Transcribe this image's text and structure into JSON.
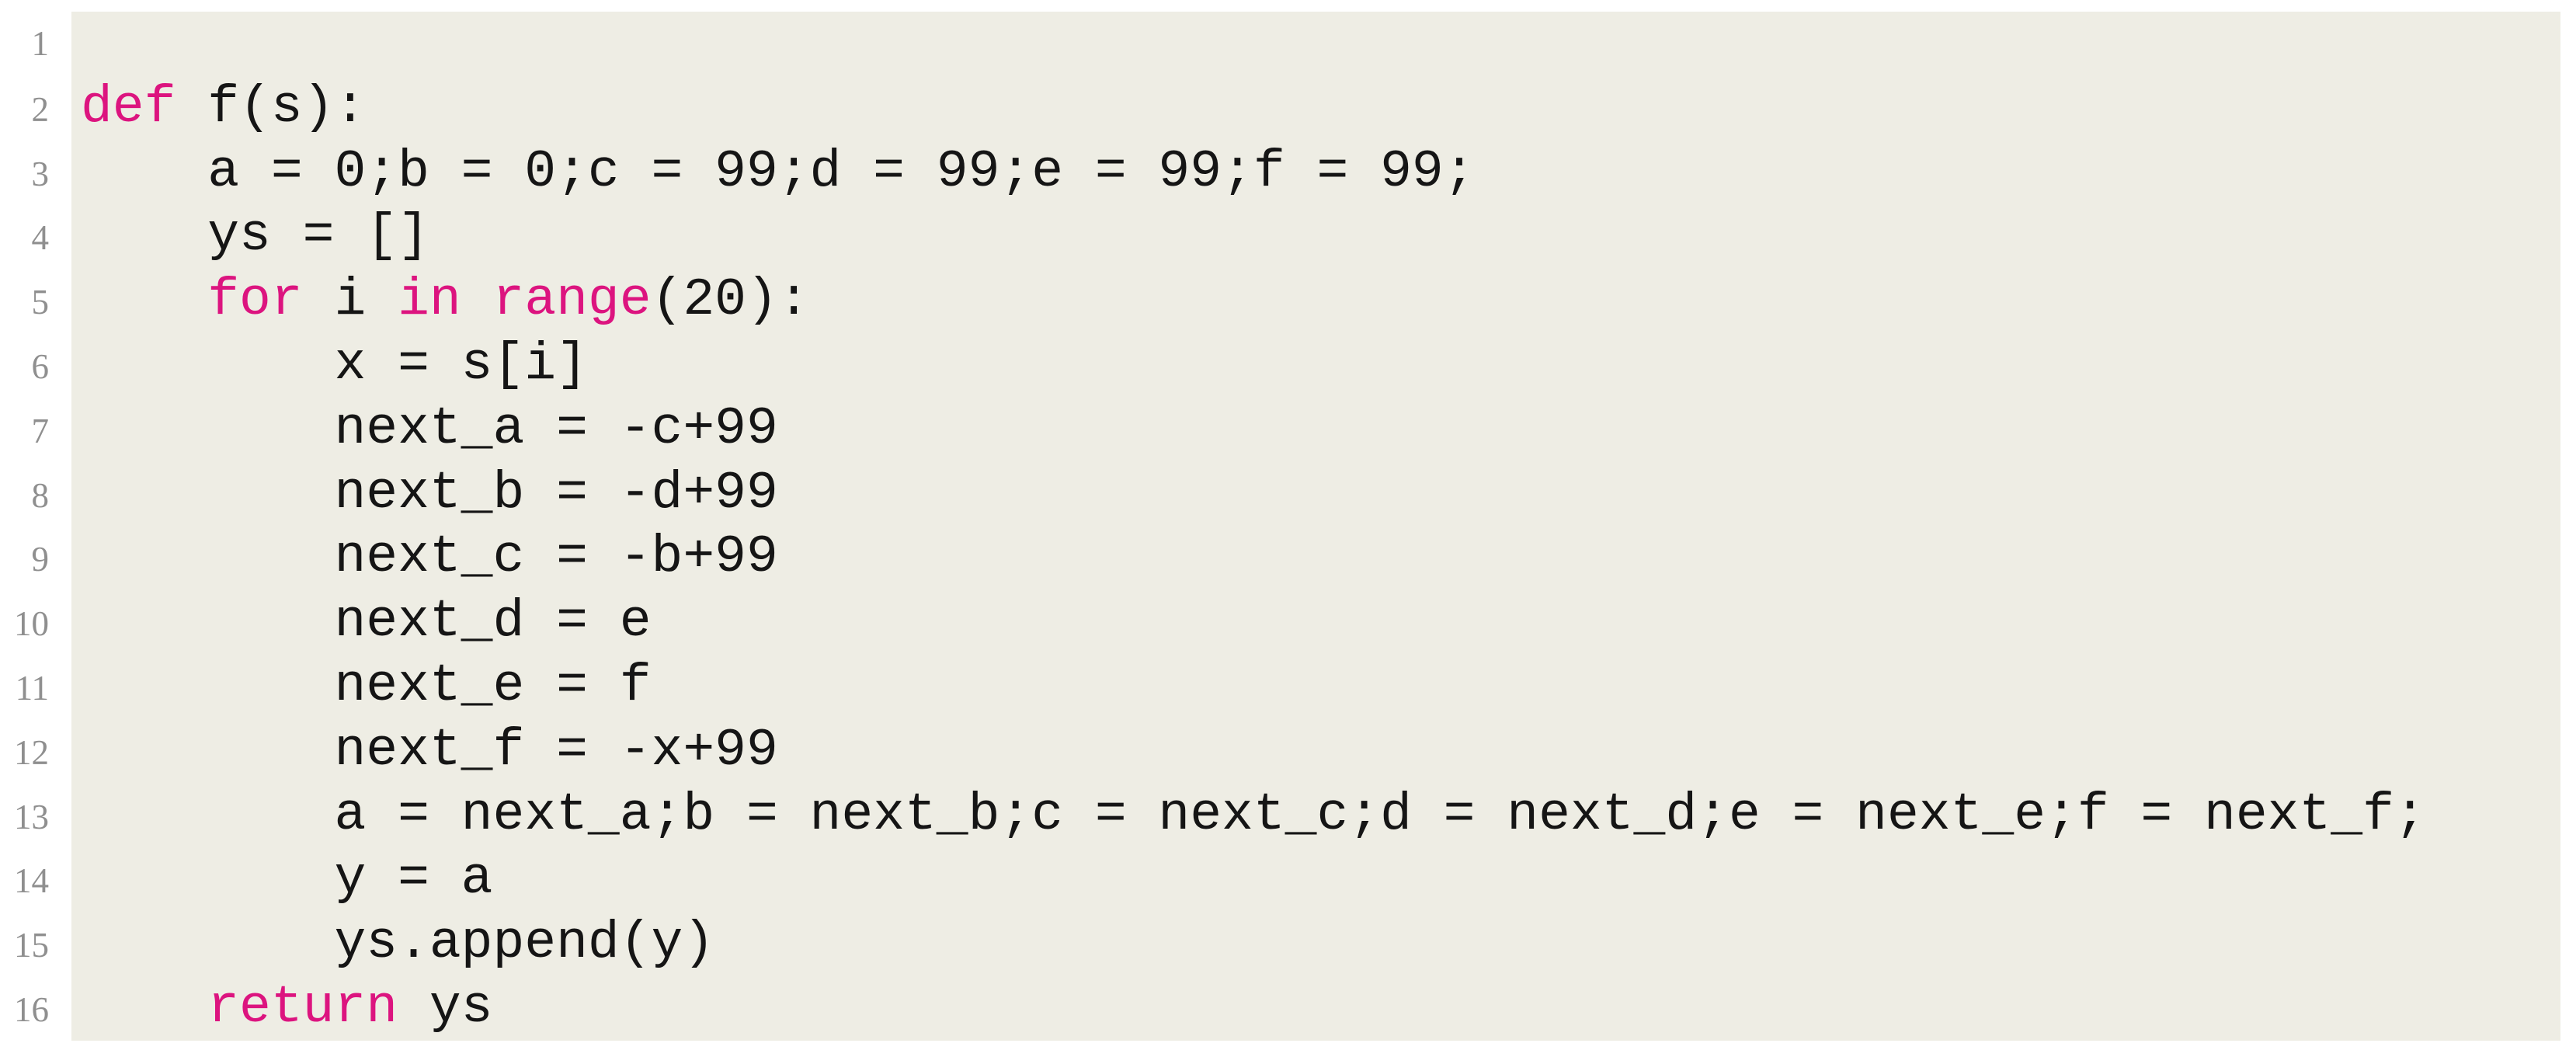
{
  "page": {
    "background": "#ffffff"
  },
  "code_block": {
    "language": "python",
    "background": "#eeede4",
    "text_color": "#151515",
    "keyword_color": "#dc147f",
    "line_number_color": "#8f8f8f",
    "lines": [
      {
        "number": 1,
        "segments": []
      },
      {
        "number": 2,
        "segments": [
          {
            "text": "def",
            "type": "keyword"
          },
          {
            "text": " f(s):",
            "type": "plain"
          }
        ]
      },
      {
        "number": 3,
        "segments": [
          {
            "text": "    a = 0;b = 0;c = 99;d = 99;e = 99;f = 99;",
            "type": "plain"
          }
        ]
      },
      {
        "number": 4,
        "segments": [
          {
            "text": "    ys = []",
            "type": "plain"
          }
        ]
      },
      {
        "number": 5,
        "segments": [
          {
            "text": "    ",
            "type": "plain"
          },
          {
            "text": "for",
            "type": "keyword"
          },
          {
            "text": " i ",
            "type": "plain"
          },
          {
            "text": "in",
            "type": "keyword"
          },
          {
            "text": " ",
            "type": "plain"
          },
          {
            "text": "range",
            "type": "keyword"
          },
          {
            "text": "(20):",
            "type": "plain"
          }
        ]
      },
      {
        "number": 6,
        "segments": [
          {
            "text": "        x = s[i]",
            "type": "plain"
          }
        ]
      },
      {
        "number": 7,
        "segments": [
          {
            "text": "        next_a = -c+99",
            "type": "plain"
          }
        ]
      },
      {
        "number": 8,
        "segments": [
          {
            "text": "        next_b = -d+99",
            "type": "plain"
          }
        ]
      },
      {
        "number": 9,
        "segments": [
          {
            "text": "        next_c = -b+99",
            "type": "plain"
          }
        ]
      },
      {
        "number": 10,
        "segments": [
          {
            "text": "        next_d = e",
            "type": "plain"
          }
        ]
      },
      {
        "number": 11,
        "segments": [
          {
            "text": "        next_e = f",
            "type": "plain"
          }
        ]
      },
      {
        "number": 12,
        "segments": [
          {
            "text": "        next_f = -x+99",
            "type": "plain"
          }
        ]
      },
      {
        "number": 13,
        "segments": [
          {
            "text": "        a = next_a;b = next_b;c = next_c;d = next_d;e = next_e;f = next_f;",
            "type": "plain"
          }
        ]
      },
      {
        "number": 14,
        "segments": [
          {
            "text": "        y = a",
            "type": "plain"
          }
        ]
      },
      {
        "number": 15,
        "segments": [
          {
            "text": "        ys.append(y)",
            "type": "plain"
          }
        ]
      },
      {
        "number": 16,
        "segments": [
          {
            "text": "    ",
            "type": "plain"
          },
          {
            "text": "return",
            "type": "keyword"
          },
          {
            "text": " ys",
            "type": "plain"
          }
        ]
      }
    ]
  }
}
